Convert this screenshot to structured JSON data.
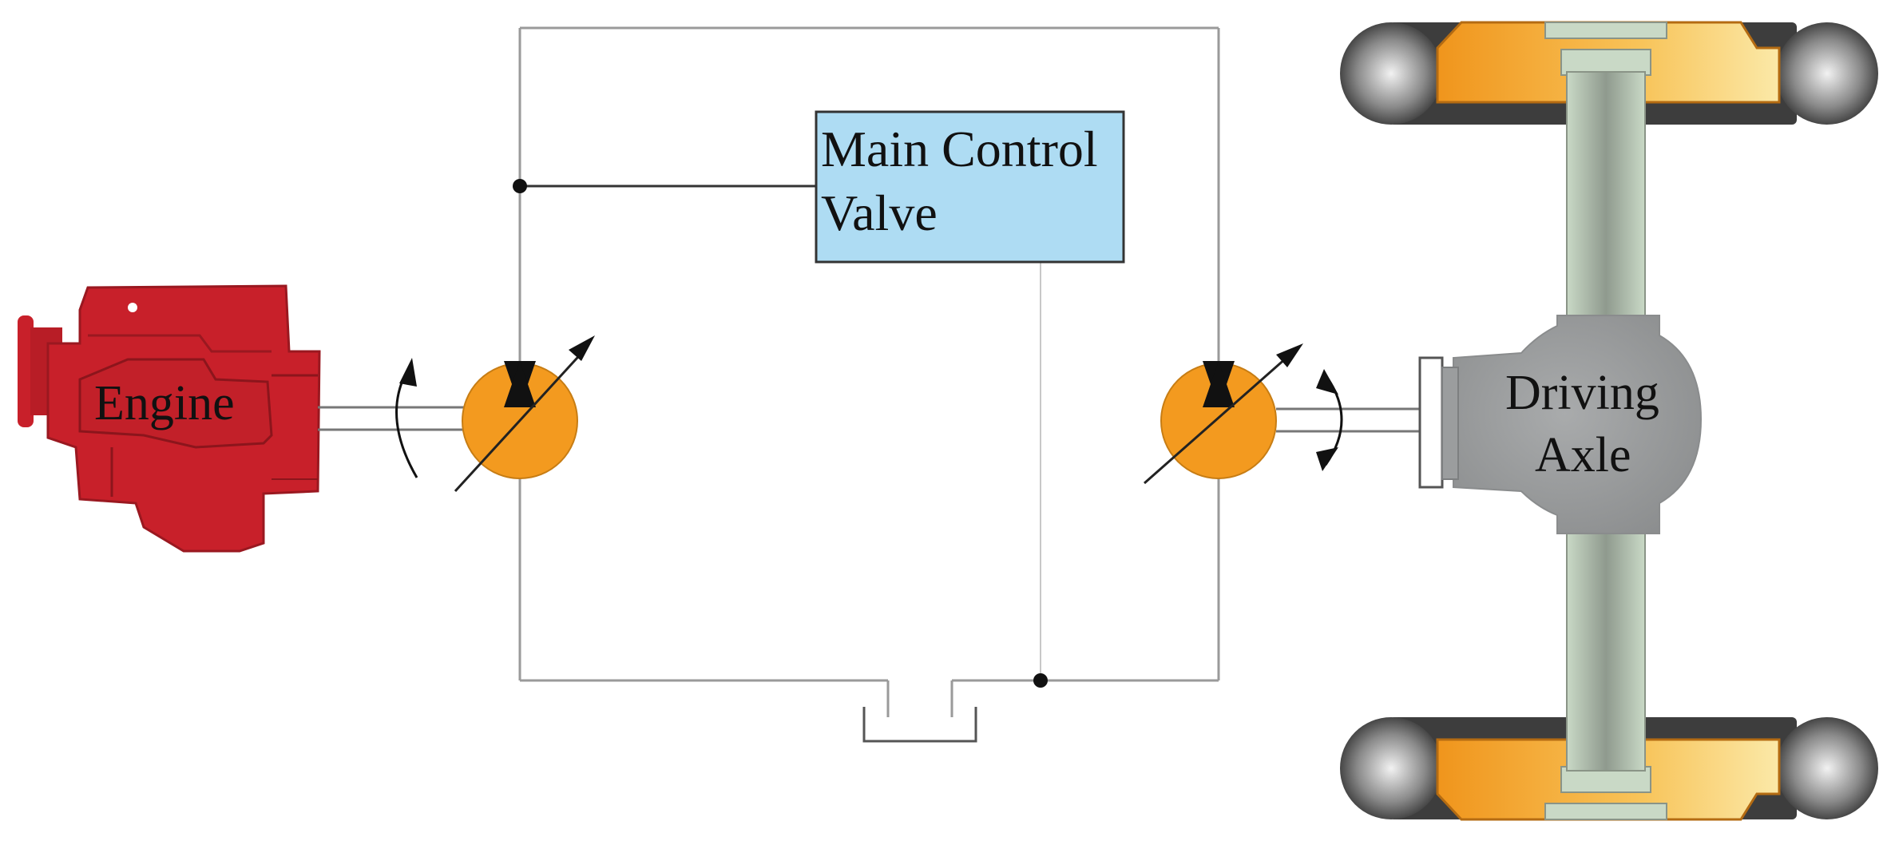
{
  "labels": {
    "engine": "Engine",
    "valve_line1": "Main Control",
    "valve_line2": "Valve",
    "axle_line1": "Driving",
    "axle_line2": "Axle"
  },
  "colors": {
    "engine": "#c8202a",
    "engine_dark": "#9a1820",
    "pump": "#f39a1f",
    "valve_fill": "#aedcf3",
    "axle": "#9b9d9e",
    "axle_shaft": "#b9c9b6",
    "tire": "#3d3d3d",
    "hub": "#f7b335",
    "line": "#9a9a9a",
    "dark_line": "#222222"
  }
}
